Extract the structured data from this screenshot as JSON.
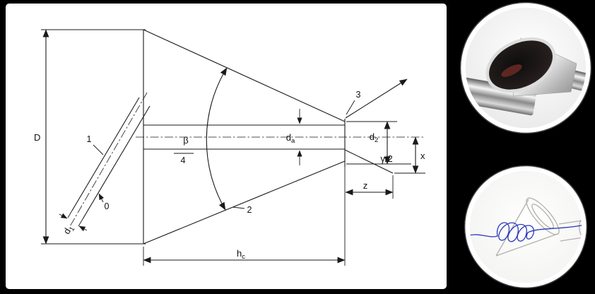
{
  "colors": {
    "background": "#000000",
    "panel": "#ffffff",
    "line": "#1a1a1a",
    "sketch_blue": "#2a3ab8"
  },
  "drawing": {
    "dim_D": "D",
    "dim_d1": {
      "base": "d",
      "sub": "1"
    },
    "dim_d2": {
      "base": "d",
      "sub": "2"
    },
    "dim_da": {
      "base": "d",
      "sub": "a"
    },
    "dim_hc": {
      "base": "h",
      "sub": "c"
    },
    "angle_beta": "β",
    "angle_gamma_half": "γ/2",
    "dim_x": "x",
    "dim_z": "z",
    "callout_0": "0",
    "callout_1": "1",
    "callout_2": "2",
    "callout_3": "3",
    "callout_4": "4"
  },
  "insets": {
    "photo": "countersink-tool-photo",
    "sketch": "countersink-cone-sketch"
  }
}
